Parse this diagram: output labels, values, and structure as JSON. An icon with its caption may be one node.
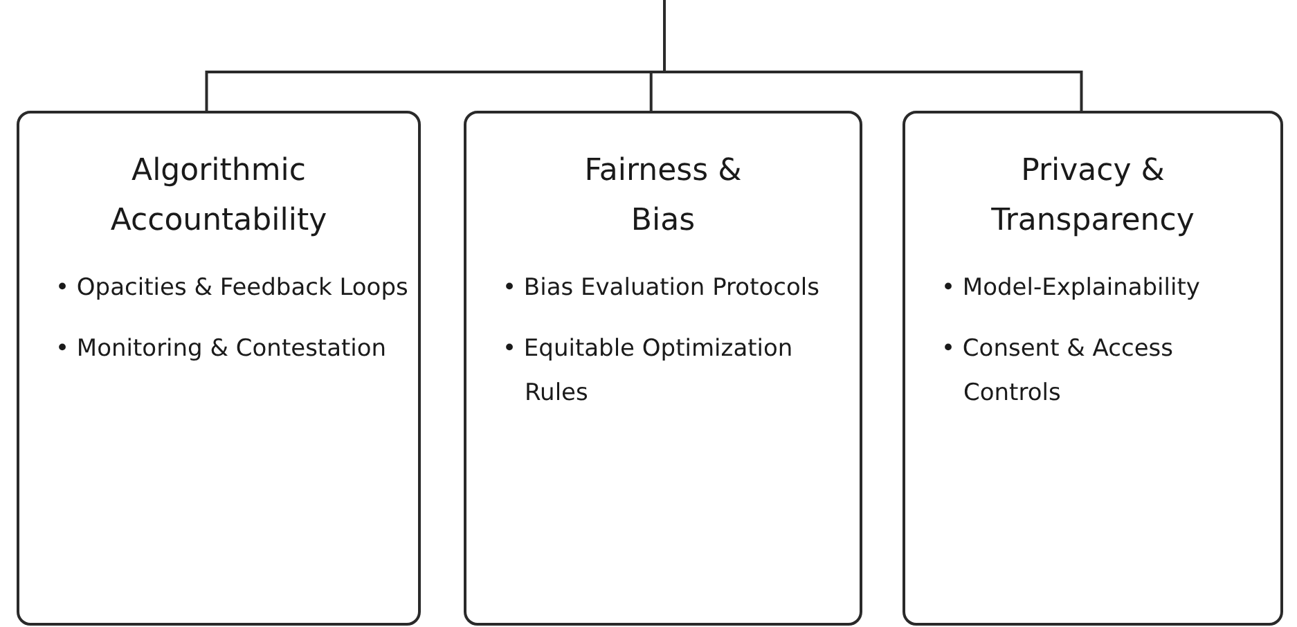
{
  "diagram": {
    "nodes": [
      {
        "text": [
          "Algorithmic Accountability",
          "• Opacities & Feedback Loops",
          "• Monitoring & Contestation"
        ]
      },
      {
        "text": [
          "Fairness & Bias",
          "• Bias Evaluation Protocols",
          "• Equitable Optimization Rules"
        ]
      },
      {
        "text": [
          "Privacy & Transparency",
          "• Model-Explainability",
          "• Consent & Access Controls"
        ]
      }
    ],
    "edges": [
      {
        "from": null,
        "to": 0,
        "arrow": "none"
      },
      {
        "from": null,
        "to": 1,
        "arrow": "none"
      },
      {
        "from": null,
        "to": 2,
        "arrow": "none"
      }
    ]
  }
}
